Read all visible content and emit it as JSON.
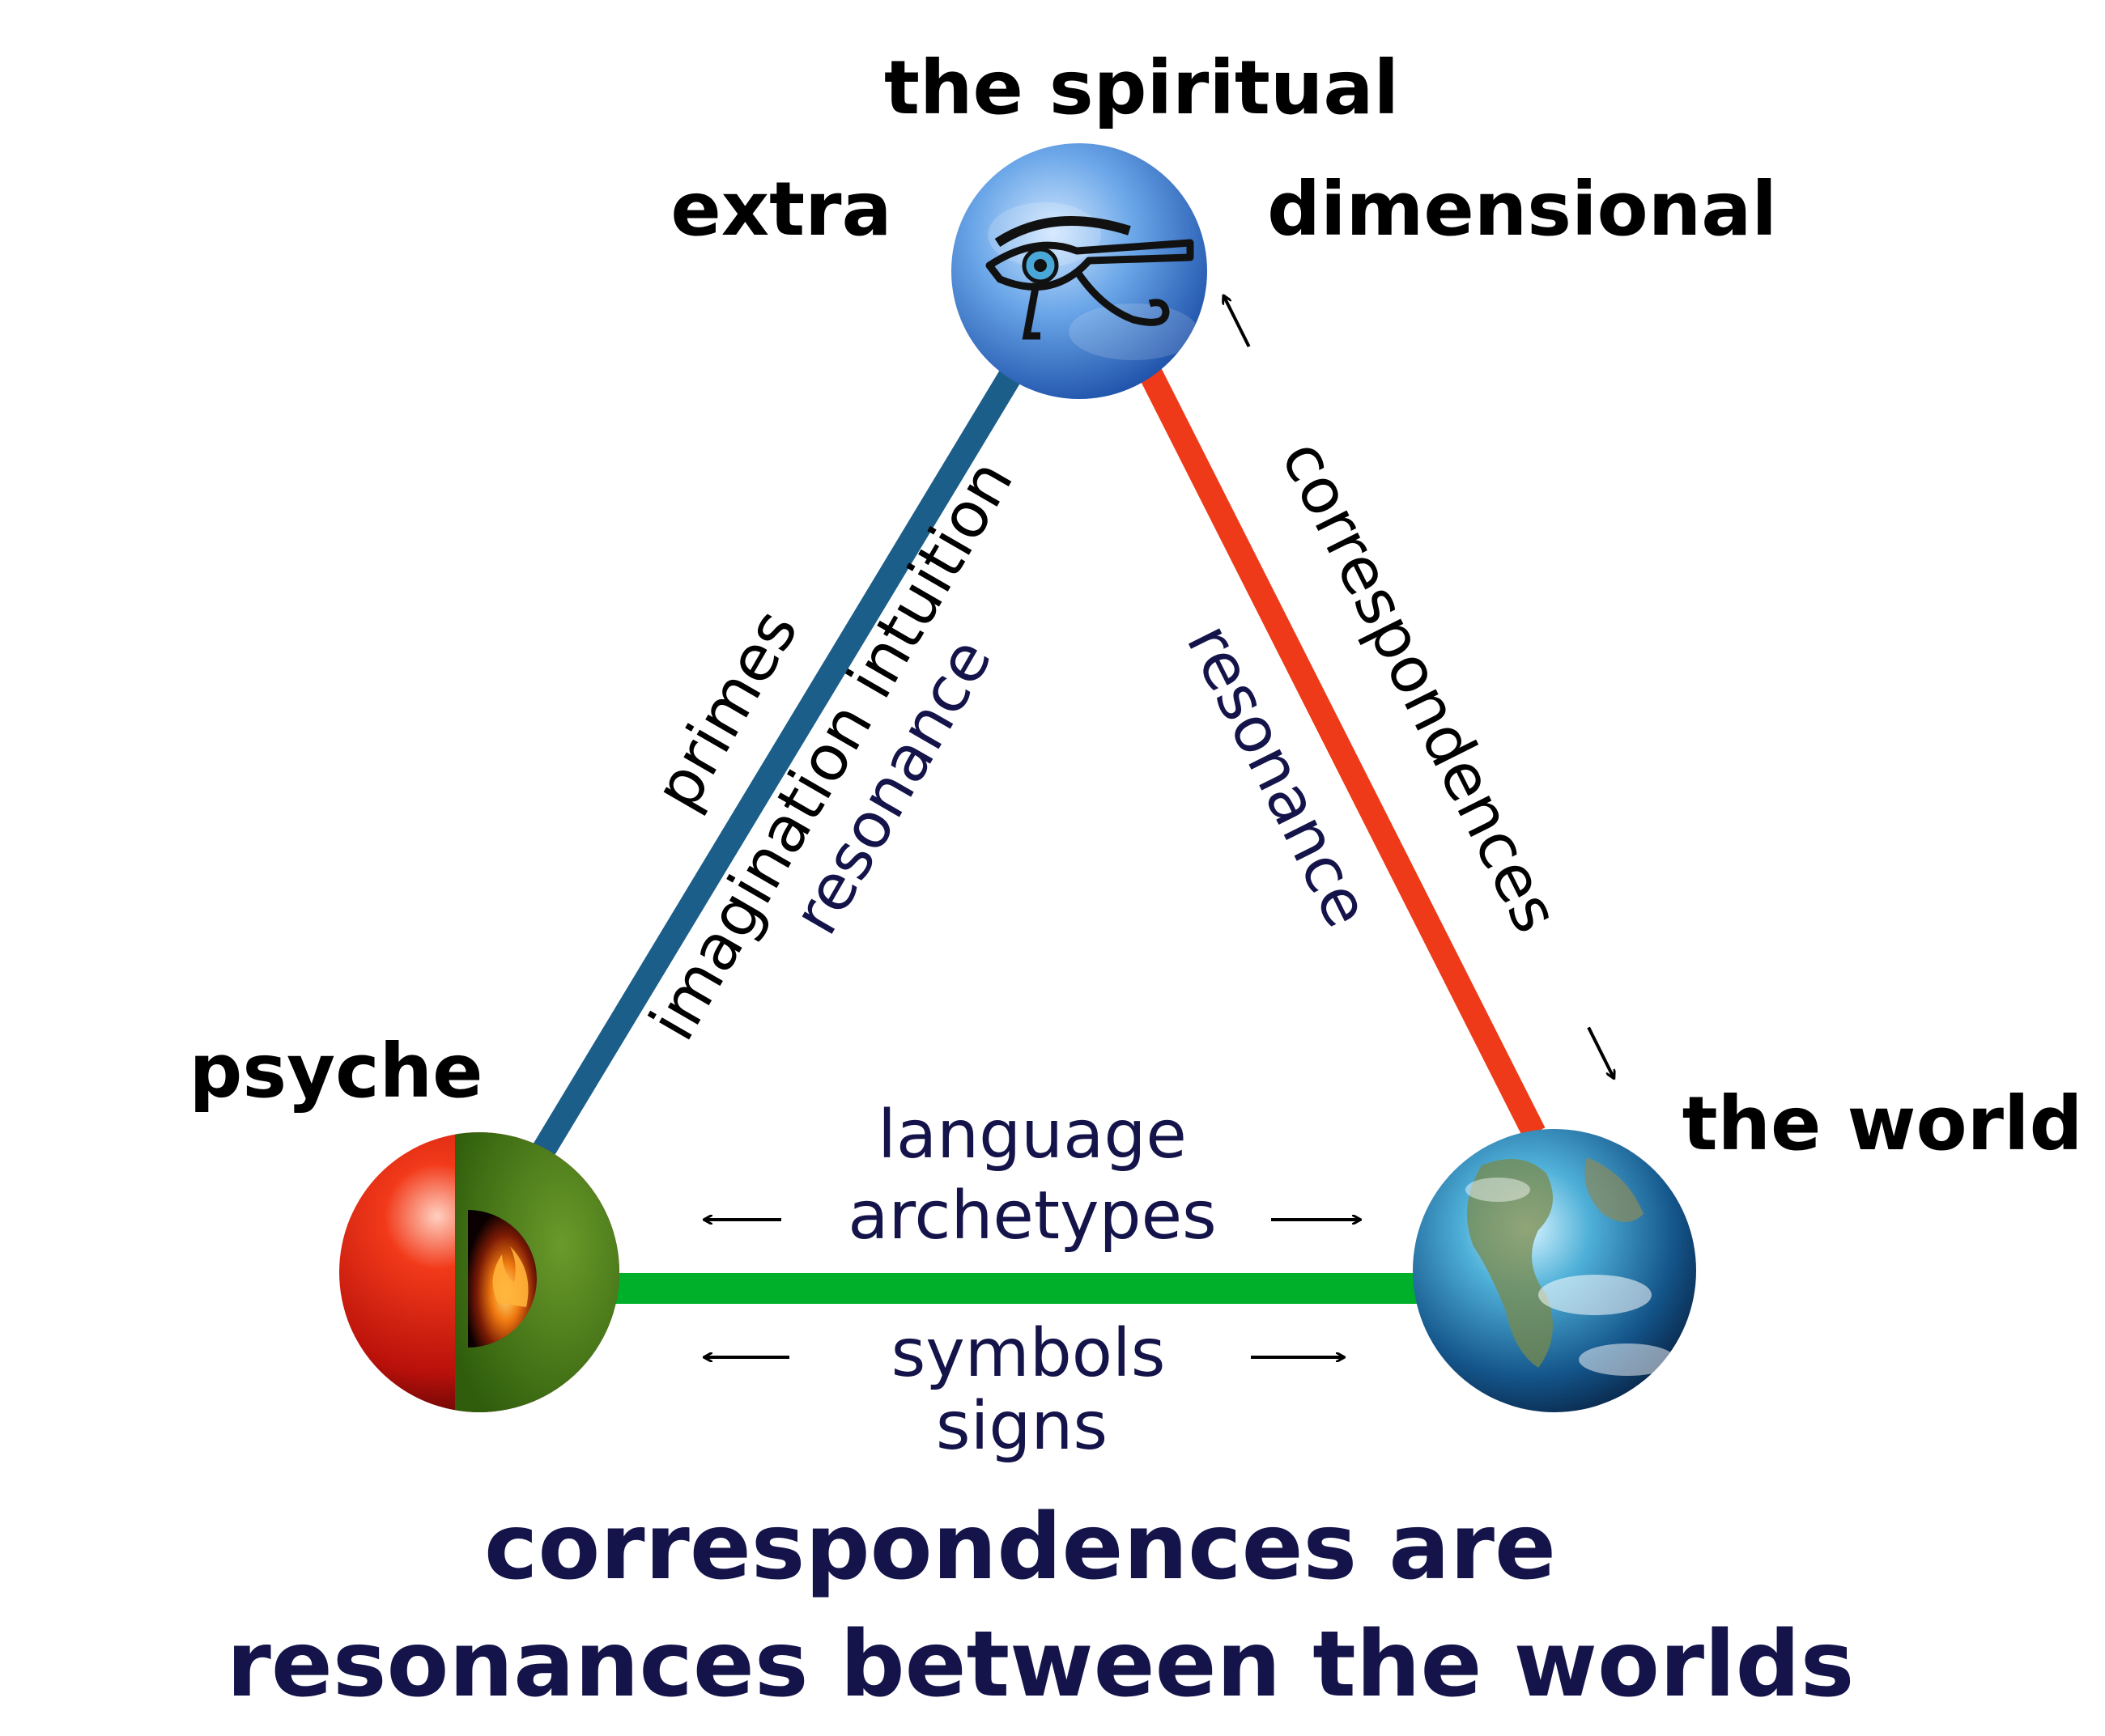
{
  "nodes": {
    "spiritual": {
      "title": "the spiritual",
      "left": "extra",
      "right": "dimensional"
    },
    "psyche": {
      "label": "psyche"
    },
    "world": {
      "label": "the world"
    }
  },
  "left_edge": {
    "line1": "primes",
    "line2": "imagination intuition",
    "line3": "resonance"
  },
  "right_edge": {
    "inner": "resonance",
    "outer": "correspondences"
  },
  "bottom_edge": {
    "upper1": "language",
    "upper2": "archetypes",
    "lower1": "symbols",
    "lower2": "signs"
  },
  "caption": {
    "line1": "correspondences are",
    "line2": "resonances between the worlds"
  },
  "colors": {
    "left_line": "#1b5e8a",
    "right_line": "#ee3a18",
    "bottom_line": "#00b02a",
    "label_black": "#000000",
    "label_navy": "#14144a"
  }
}
